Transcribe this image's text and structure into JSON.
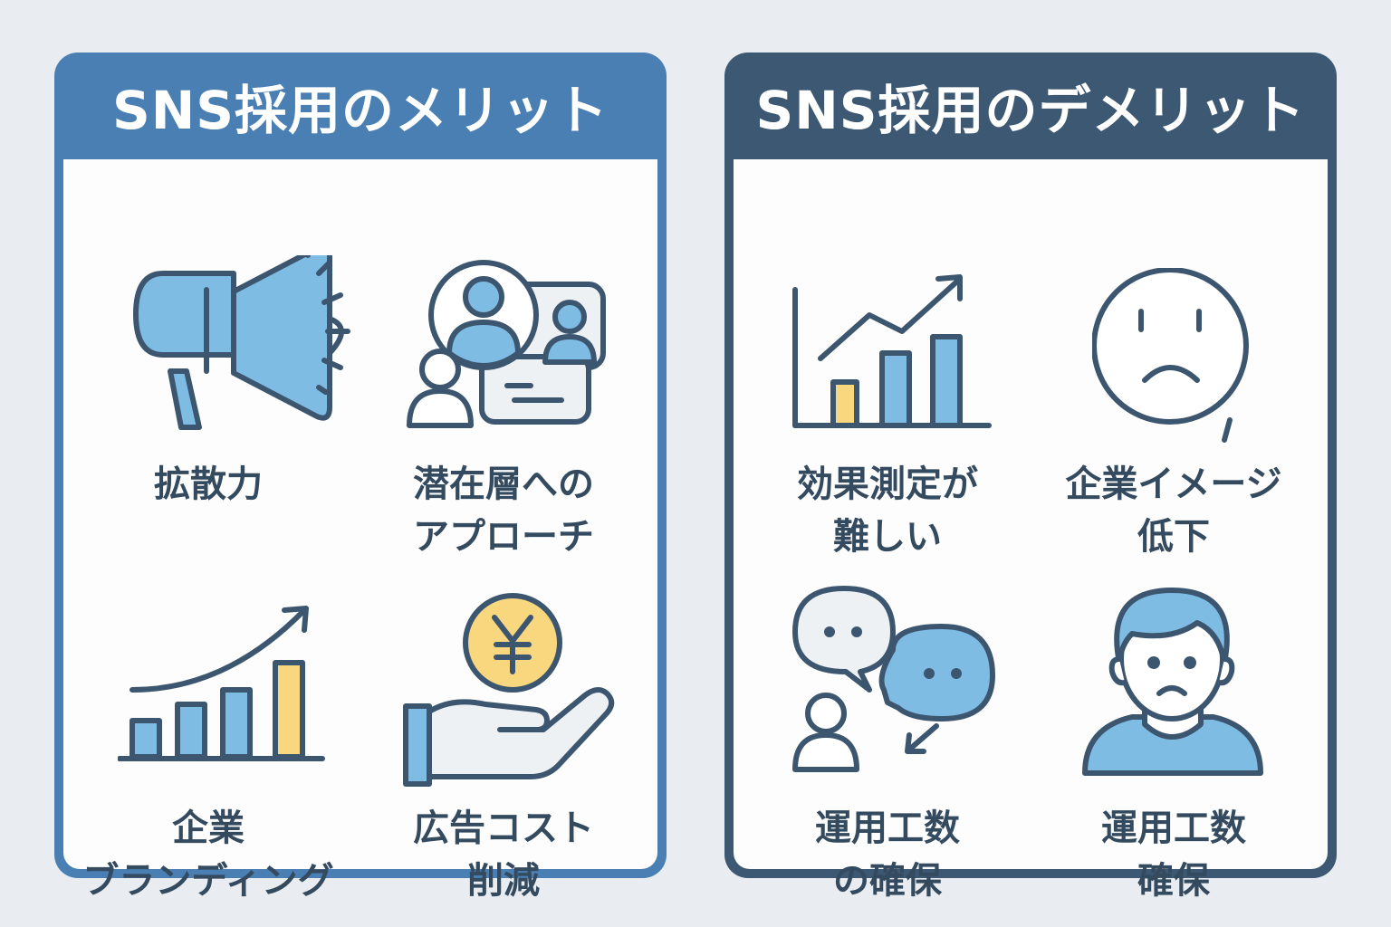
{
  "merits": {
    "title": "SNS採用のメリット",
    "items": [
      {
        "icon": "megaphone-icon",
        "lines": [
          "拡散力"
        ]
      },
      {
        "icon": "people-profile-icon",
        "lines": [
          "潜在層への",
          "アプローチ"
        ]
      },
      {
        "icon": "growth-bar-chart-icon",
        "lines": [
          "企業",
          "ブランディング"
        ]
      },
      {
        "icon": "yen-coin-hand-icon",
        "lines": [
          "広告コスト",
          "削減"
        ]
      }
    ]
  },
  "demerits": {
    "title": "SNS採用のデメリット",
    "items": [
      {
        "icon": "trend-chart-icon",
        "lines": [
          "効果測定が",
          "難しい"
        ]
      },
      {
        "icon": "sad-face-icon",
        "lines": [
          "企業イメージ",
          "低下"
        ]
      },
      {
        "icon": "chat-bubbles-person-icon",
        "lines": [
          "運用工数",
          "の確保"
        ]
      },
      {
        "icon": "worried-person-icon",
        "lines": [
          "運用工数",
          "確保"
        ]
      }
    ]
  },
  "colors": {
    "merit_header": "#4a7fb3",
    "demerit_header": "#3d5873",
    "icon_blue": "#7fbce4",
    "icon_yellow": "#f8d77f",
    "outline": "#3d5670"
  }
}
